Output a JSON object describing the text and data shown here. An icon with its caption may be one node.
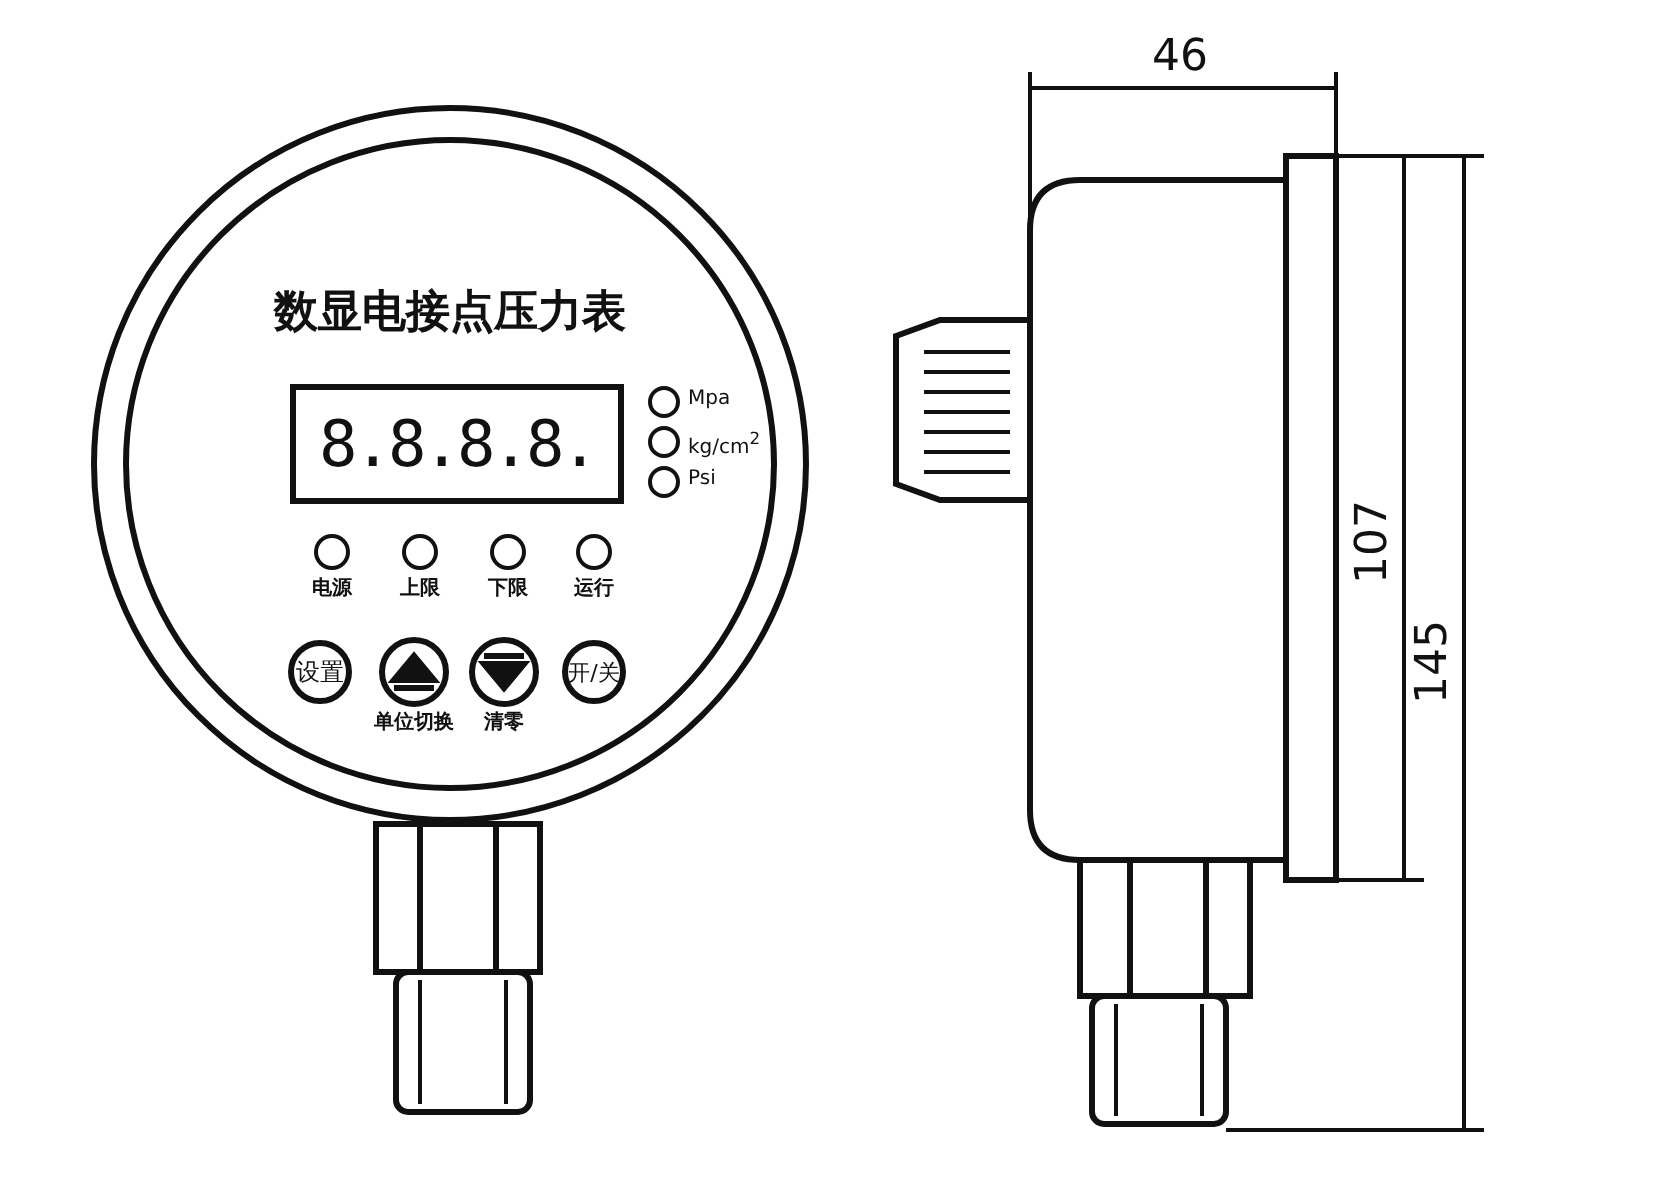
{
  "diagram": {
    "nodes": [
      {
        "text": [
          "8.8.8.8."
        ]
      },
      {
        "text": [
          "设置"
        ]
      },
      {
        "text": [
          "开/关"
        ]
      }
    ],
    "labels": [
      "数显电接点压力表",
      "Mpa",
      "kg/cm$^{2}$",
      "Psi",
      "电源",
      "上限",
      "下限",
      "运行",
      "单位切换",
      "清零",
      "46",
      "107",
      "145"
    ]
  }
}
